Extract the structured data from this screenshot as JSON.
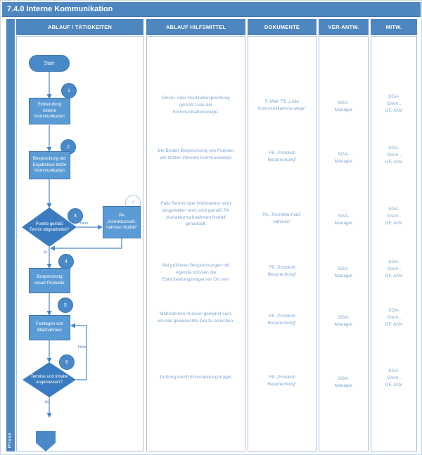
{
  "title": "7.4.0 Interne Kommunikation",
  "phase_label": "Phase",
  "columns": {
    "taetigkeiten": "ABLAUF / TÄTIGKEITEN",
    "hilfsmittel": "ABLAUF HILFSMITTEL",
    "dokumente": "DOKUMENTE",
    "verantw": "VER-ANTW.",
    "mitw": "MITW."
  },
  "flowchart": {
    "start_label": "Start",
    "step1": {
      "num": "1",
      "label": "Einberufung\ninterne\nKommunikation"
    },
    "step2": {
      "num": "2",
      "label": "Besprechung der\nErgebnisse letzte\nKommunikation"
    },
    "decision3": {
      "num": "3",
      "label": "Punkte gemäß\nTermin abgearbeitet?"
    },
    "pa_box": {
      "num": "4",
      "label": "PA\n„Korrekturmaß-\nnahmen Notfall“"
    },
    "step4": {
      "num": "4",
      "label": "Besprechung\nneuer Produkte"
    },
    "step5": {
      "num": "5",
      "label": "Festlegen von\nMaßnahmen"
    },
    "decision6": {
      "num": "6",
      "label": "Termine und Inhalte\nangemessen?"
    },
    "ja_label": "Ja",
    "nein_label": "Nein"
  },
  "rows": [
    {
      "hilfsmittel": "Einzel- oder Routinebesprechung\ngemäß Liste der\nKommunikationswege.",
      "dokumente": "E-Mail, FB „Liste\nKommunikations-wege“",
      "verantw": "SGA-\nManager",
      "mitw": "SGA-\nGrem.,\nGF, ANV"
    },
    {
      "hilfsmittel": "Bei Bedarf Besprechung von Punkten\nder letzten internen Kommunikation",
      "dokumente": "FB „Protokoll\nBesprechung“",
      "verantw": "SGA-\nManager",
      "mitw": "SGA-\nGrem.,\nGF, ANV"
    },
    {
      "hilfsmittel": "Falls Termin oder Maßnahme nicht\neingehalten wird, wird gemäß PA\n„Korrekturmaßnahmen Notfall“\ngehandelt.",
      "dokumente": "PA „ Korrekturmaß-\nnahmen“",
      "verantw": "SGA-\nManager",
      "mitw": "SGA-\nGrem.,\nGF, ANV"
    },
    {
      "hilfsmittel": "Bei größeren Besprechungen mit\nAgenda müssen die\nEntscheidungsträger vor Ort sein",
      "dokumente": "FB „Protokoll\nBesprechung“",
      "verantw": "SGA-\nManager",
      "mitw": "SGA-\nGrem.,\nGF, ANV"
    },
    {
      "hilfsmittel": "Maßnahmen müssen geeignet sein,\num das gewünschte Ziel zu erreichen.",
      "dokumente": "FB „Protokoll\nBesprechung“",
      "verantw": "SGA-\nManager",
      "mitw": "SGA-\nGrem.,\nGF, ANV"
    },
    {
      "hilfsmittel": "Prüfung durch Entscheidungsträger",
      "dokumente": "FB „Protokoll\nBesprechung“",
      "verantw": "SGA-\nManager",
      "mitw": "SGA-\nGrem.,\nGF, ANV"
    }
  ],
  "colors": {
    "header_blue": "#4e86c0",
    "shape_fill": "#5b9bd5",
    "shape_border": "#3f74ad",
    "node_fill": "#4a89c8",
    "diamond_fill": "#3b7cc0",
    "line_blue": "#4a86c5",
    "text_blue": "#7ea6d2",
    "cell_border": "#a9bfd7",
    "light_circle_border": "#a9c7e6"
  }
}
